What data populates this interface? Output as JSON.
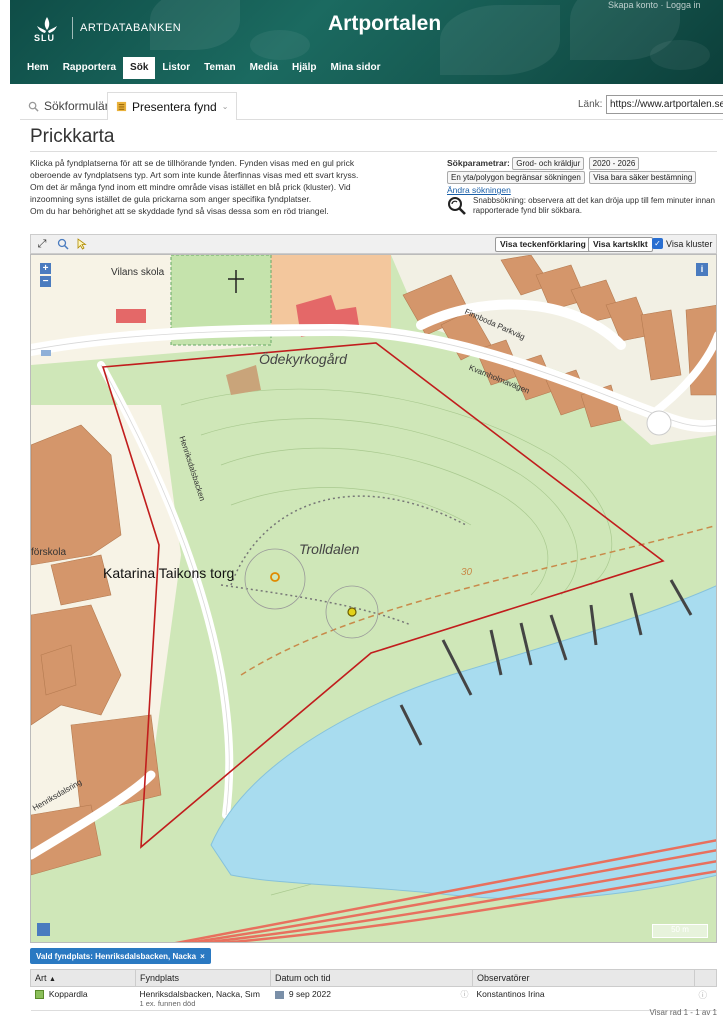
{
  "header": {
    "org": "SLU",
    "subtitle": "ARTDATABANKEN",
    "site_title": "Artportalen",
    "user_link": "Skapa konto · Logga in"
  },
  "nav": [
    "Hem",
    "Rapportera",
    "Sök",
    "Listor",
    "Teman",
    "Media",
    "Hjälp",
    "Mina sidor"
  ],
  "tabs": {
    "search": "Sökformulär",
    "present": "Presentera fynd"
  },
  "link": {
    "label": "Länk:",
    "value": "https://www.artportalen.se/"
  },
  "page_title": "Prickkarta",
  "intro": [
    "Klicka på fyndplatserna för att se de tillhörande fynden. Fynden visas med en gul prick",
    "oberoende av fyndplatsens typ. Art som inte kunde återfinnas visas med ett svart kryss.",
    "Om det är många fynd inom ett mindre område visas istället en blå prick (kluster). Vid",
    "inzoomning syns istället de gula prickarna som anger specifika fyndplatser.",
    "Om du har behörighet att se skyddade fynd så visas dessa som en röd triangel."
  ],
  "params": {
    "label": "Sökparametrar:",
    "chips_row1": [
      "Grod- och kräldjur",
      "2020 - 2026"
    ],
    "chips_row2": [
      "En yta/polygon begränsar sökningen",
      "Visa bara säker bestämning"
    ],
    "change_link": "Ändra sökningen"
  },
  "quick_search": "Snabbsökning: observera att det kan dröja upp till fem minuter innan rapporterade fynd blir sökbara.",
  "map_toolbar": {
    "legend_button": "Visa teckenförklaring",
    "print_button": "Visa kartsklkt",
    "cluster_label": "Visa kluster"
  },
  "map": {
    "labels": {
      "school": "Vilans skola",
      "cemetery": "Ödekyrkogård",
      "road1": "Finnboda Parkväg",
      "road2": "Kvarnholmavägen",
      "road3": "Henriksdalsbacken",
      "area": "Trolldalen",
      "square": "Katarina Taikons torg",
      "school2": "förskola",
      "road4": "Henriksdalsring",
      "contour": "30",
      "scale": "50 m"
    }
  },
  "selected": {
    "label": "Vald fyndplats: Henriksdalsbacken, Nacka",
    "close": "×"
  },
  "table": {
    "headers": [
      "Art",
      "Fyndplats",
      "Datum och tid",
      "Observatörer"
    ],
    "sort_indicator": "▲",
    "rows": [
      {
        "species": "Koppardla",
        "place": "Henriksdalsbacken, Nacka, Sım",
        "place_sub": "1 ex. funnen död",
        "date": "9 sep 2022",
        "observer": "Konstantinos Irina"
      }
    ],
    "row_count": "Visar rad 1 - 1 av 1"
  },
  "colors": {
    "header_bg": "#15574f",
    "accent_blue": "#2a79c2",
    "map_green": "#cfe7b8",
    "building": "#d4966b",
    "water": "#a8dcef",
    "polygon": "#c11d1d"
  }
}
